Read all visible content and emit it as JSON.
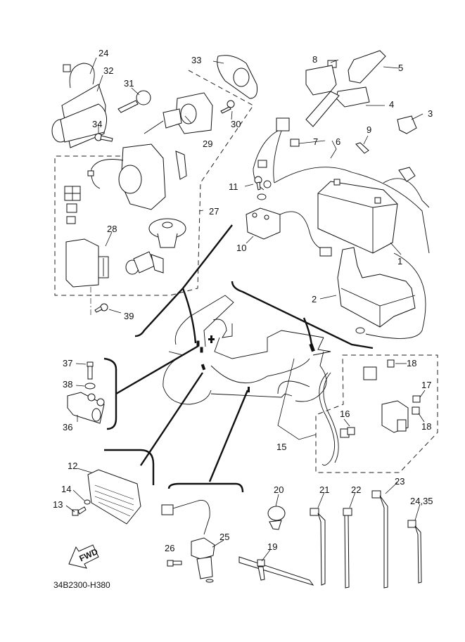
{
  "diagram": {
    "title": "Electrical parts exploded view",
    "drawing_code": "34B2300-H380",
    "fwd_label": "FWD",
    "callouts": {
      "c1": "1",
      "c2": "2",
      "c3": "3",
      "c4": "4",
      "c5": "5",
      "c6": "6",
      "c7": "7",
      "c8": "8",
      "c9": "9",
      "c10": "10",
      "c11": "11",
      "c12": "12",
      "c13": "13",
      "c14": "14",
      "c15": "15",
      "c16": "16",
      "c17": "17",
      "c18a": "18",
      "c18b": "18",
      "c19": "19",
      "c20": "20",
      "c21": "21",
      "c22": "22",
      "c23": "23",
      "c24": "24",
      "c24_35": "24,35",
      "c25": "25",
      "c26": "26",
      "c27": "27",
      "c28": "28",
      "c29": "29",
      "c30": "30",
      "c31": "31",
      "c32": "32",
      "c33": "33",
      "c34": "34",
      "c36": "36",
      "c37": "37",
      "c38": "38",
      "c39": "39"
    }
  }
}
